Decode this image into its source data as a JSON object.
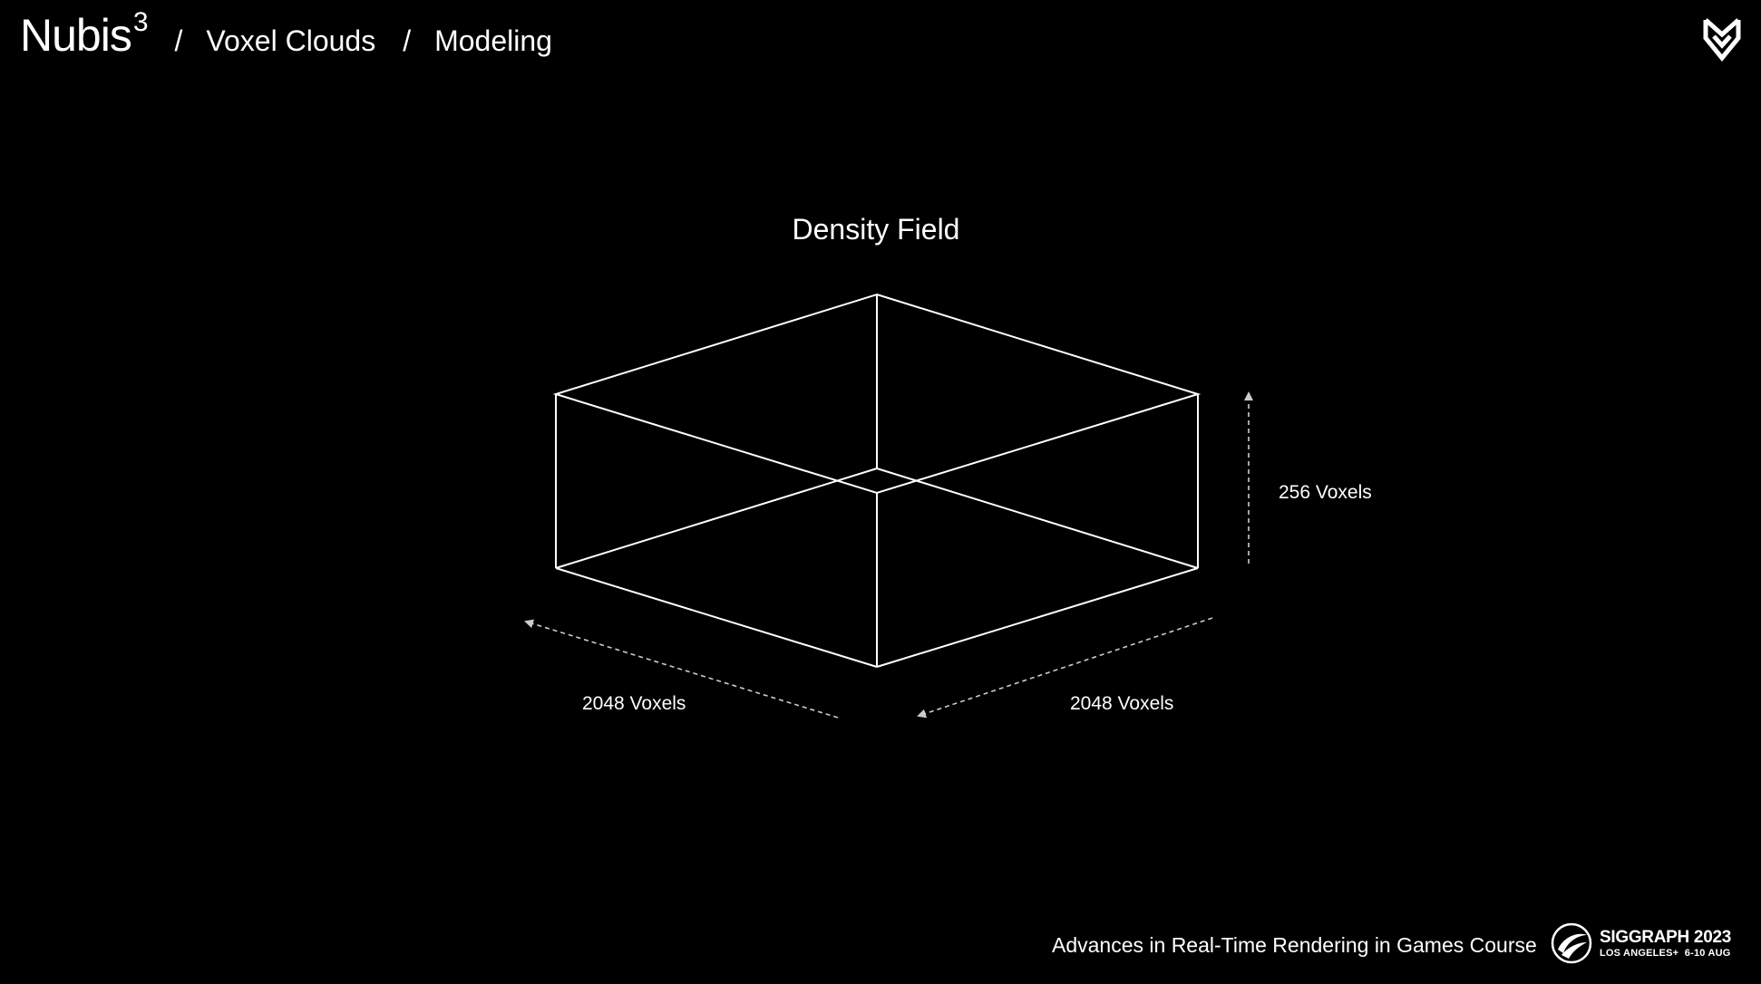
{
  "header": {
    "brand": "Nubis",
    "brand_superscript": "3",
    "separator": "/",
    "breadcrumbs": [
      "Voxel Clouds",
      "Modeling"
    ]
  },
  "logo": {
    "icon": "chevron-shield-icon"
  },
  "diagram": {
    "title": "Density Field",
    "shape": "isometric wireframe box",
    "dimensions": {
      "height": "256 Voxels",
      "depth_left": "2048 Voxels",
      "depth_right": "2048 Voxels"
    },
    "line_color": "#ffffff",
    "arrow_color": "#cccccc"
  },
  "footer": {
    "course": "Advances in Real-Time Rendering in Games Course",
    "siggraph": {
      "name": "SIGGRAPH 2023",
      "location": "LOS ANGELES+",
      "dates": "6-10 AUG",
      "icon": "siggraph-swirl-icon"
    }
  },
  "colors": {
    "background": "#000000",
    "foreground": "#ffffff"
  }
}
